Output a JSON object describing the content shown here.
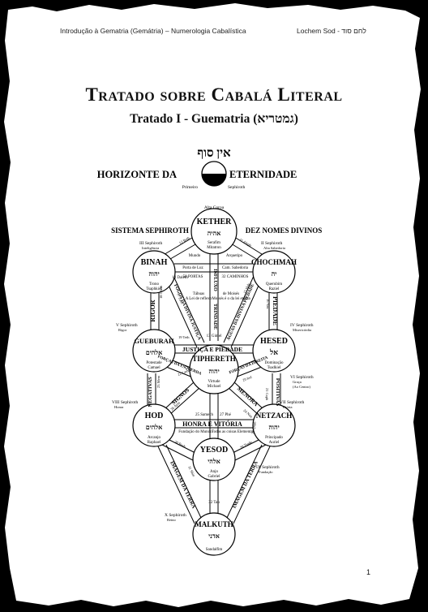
{
  "header": {
    "left": "Introdução à Gematria (Gemátria) – Numerologia Cabalística",
    "right": "Lochem Sod - לחם סוד"
  },
  "title": "Tratado sobre Cabalá Literal",
  "subtitle": "Tratado I - Guematria (גמטריא)",
  "ain_soph": "אין סוף",
  "horizon": {
    "left": "HORIZONTE DA",
    "right": "ETERNIDADE",
    "sub_left": "Primeiro",
    "sub_right": "Sephiroth"
  },
  "labels": {
    "alta_coroa": "Alta Coroa",
    "sistema": "SISTEMA SEPHIROTH",
    "dez_nomes": "DEZ NOMES DIVINOS",
    "iii": "III Sephiroth",
    "iii_sub": "Inteligência",
    "ii": "II Sephiroth",
    "ii_sub": "Alta Sabedoria",
    "v": "V Sephiroth",
    "v_sub": "Rigor",
    "iv": "IV Sephiroth",
    "iv_sub": "Misericórdia",
    "vi": "VI Sephiroth",
    "vi_sub": "Graça",
    "vi_sub2": "(Ao Centro)",
    "viii": "VIII Sephiroth",
    "viii_sub": "Honra",
    "vii": "VII Sephiroth",
    "vii_sub": "Vitória",
    "ix": "IX Sephiroth",
    "ix_sub": "Fundação",
    "x": "X Sephiroth",
    "x_sub": "Reino"
  },
  "sephiroth": {
    "kether": {
      "name": "KETHER",
      "hebrew": "אהיה",
      "angel1": "Serafim",
      "angel2": "Mitatron"
    },
    "binah": {
      "name": "BINAH",
      "hebrew": "יהוה",
      "angel1": "Trono",
      "angel2": "Tsaphkiel"
    },
    "chochmah": {
      "name": "CHOCHMAH",
      "hebrew": "יה",
      "angel1": "Querubim",
      "angel2": "Raziel"
    },
    "gueburah": {
      "name": "GUEBURAH",
      "hebrew": "אלהים",
      "angel1": "Potestade",
      "angel2": "Camael"
    },
    "hesed": {
      "name": "HESED",
      "hebrew": "אל",
      "angel1": "Dominação",
      "angel2": "Tsadkiel"
    },
    "tiphereth": {
      "name": "TIPHERETH",
      "hebrew": "יהוה",
      "angel1": "Virtude",
      "angel2": "Michael"
    },
    "hod": {
      "name": "HOD",
      "hebrew": "אלהים",
      "angel1": "Arcanjo",
      "angel2": "Raphael"
    },
    "netzach": {
      "name": "NETZACH",
      "hebrew": "יהוה",
      "angel1": "Principado",
      "angel2": "Auriel"
    },
    "yesod": {
      "name": "YESOD",
      "hebrew": "אלהי",
      "angel1": "Anjo",
      "angel2": "Gabriel"
    },
    "malkuth": {
      "name": "MALKUTH",
      "hebrew": "אדני",
      "angel1": "Sandalfim"
    }
  },
  "pillars": {
    "rigor": "RIGOR",
    "piedade": "PIEDADE",
    "negativas": "NEGATIVAS",
    "positivas": "POSITIVAS",
    "influxo": "INFLUXO",
    "trindade": "TRINDADE",
    "justica": "JUSTIÇA E PIEDADE",
    "honra": "HONRA E VITÓRIA",
    "signos": "SIGNOS",
    "menora": "MENORA",
    "imagem_left": "IMAGEM DA TERRA",
    "imagem_right": "IMAGEM DA TERRA",
    "fogos_left": "FOGOS DA DIVINA JUSTIÇA",
    "aguas_right": "ÁGUAS DA DIVINA PIEDADE",
    "forças_left": "FORÇAS DA ESQUERDA",
    "forças_right": "FORÇAS DA DIREITA"
  },
  "paths": {
    "mundo": "Mundo",
    "arquetipo": "Arquetipo",
    "porta": "Porta de Luz",
    "cam": "Cam. Sabedoria",
    "cinquenta": "50 PORTAS",
    "trinta_dois": "32 CAMINHOS",
    "tabuas": "Tábuas",
    "lei": "A Lei de reflexo",
    "moises": "de Moisés",
    "moises2": "Moisés é o da lei eterna",
    "fundacao": "Fundação do Mundo",
    "todas": "Todas as coisas Elemental",
    "p14": "14 Daleth",
    "p16": "16 Vau",
    "p15": "15 Heh",
    "p17": "17 Zain",
    "p18": "18 Cheth",
    "p19": "19 Teth",
    "p20": "20 Iod",
    "p21": "21 Caph",
    "p22": "22 Lamed",
    "p23": "23 Mem",
    "p24": "24 Nun",
    "p25": "25 Samech",
    "p26": "26 Ayin",
    "p27": "27 Phé",
    "p28": "28 Tsade",
    "p29": "29 Qoph",
    "p30": "30 Resh",
    "p31": "31 Shin",
    "p32": "32 Tau",
    "p12": "12 Beth",
    "p11": "11 Aleph",
    "p13": "13 Gimel"
  },
  "page_number": "1"
}
